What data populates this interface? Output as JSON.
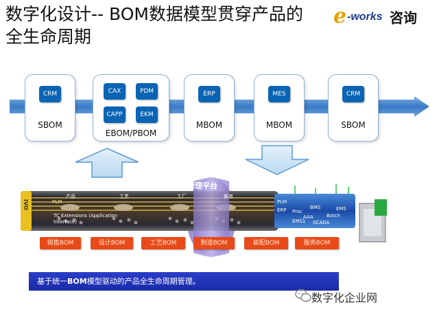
{
  "title": "数字化设计-- BOM数据模型贯穿产品的全生命周期",
  "logo": {
    "e": "e",
    "works": "-works",
    "zixun": "咨询"
  },
  "stages": [
    {
      "systems": [
        "CRM"
      ],
      "label": "SBOM"
    },
    {
      "systems": [
        "CAX",
        "PDM",
        "CAPP",
        "EKM"
      ],
      "label": "EBOM/PBOM"
    },
    {
      "systems": [
        "ERP"
      ],
      "label": "MBOM"
    },
    {
      "systems": [
        "MES"
      ],
      "label": "MBOM"
    },
    {
      "systems": [
        "CRM"
      ],
      "label": "SBOM"
    }
  ],
  "pipeline": {
    "platform": "主管理平台",
    "cap_left": "IVO",
    "top_labels": [
      "产品",
      "工艺",
      "工厂",
      "服务"
    ],
    "plm": "PLM",
    "tc_text": "TC Extensions (Application Interface)",
    "right_labels": [
      "PLM",
      "ERP",
      "BMS",
      "Proc",
      "EMS",
      "Batch",
      "AAA",
      "SCADA",
      "EMS1"
    ]
  },
  "bom_bars": [
    "销售BOM",
    "设计BOM",
    "工艺BOM",
    "制造BOM",
    "装配BOM",
    "服务BOM"
  ],
  "footer": {
    "prefix": "基于统一",
    "bold": "BOM",
    "suffix": "模型驱动的产品全生命周期管理。"
  },
  "watermark": "数字化企业网"
}
